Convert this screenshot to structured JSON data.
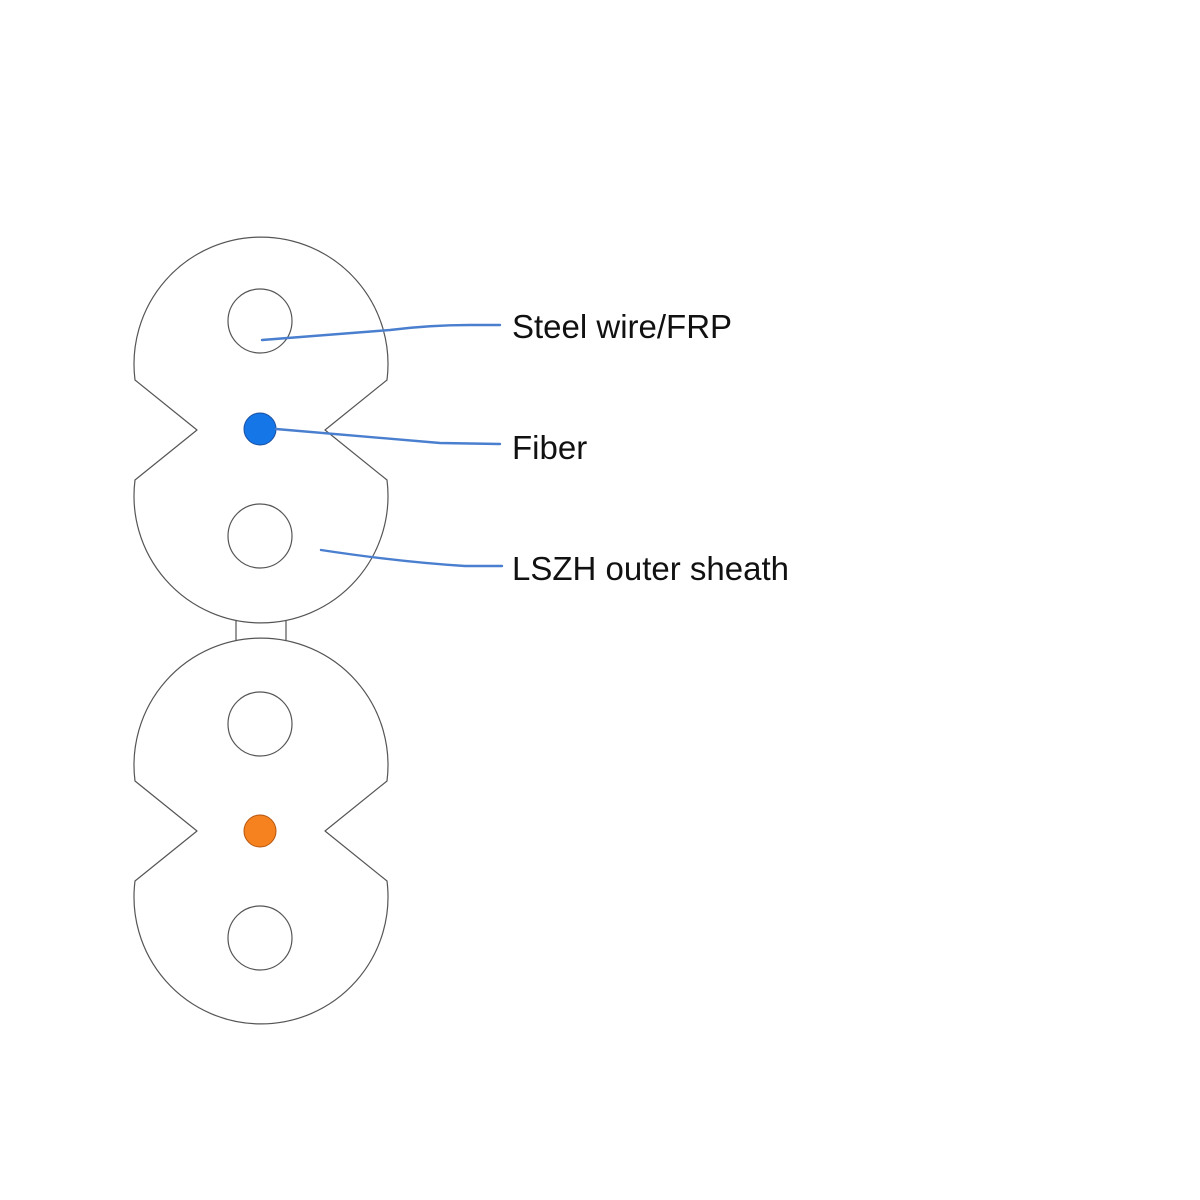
{
  "labels": {
    "steel_wire": "Steel wire/FRP",
    "fiber": "Fiber",
    "outer_sheath": "LSZH outer sheath"
  },
  "colors": {
    "leader_line": "#4a7fcf",
    "fiber_blue": "#1576e8",
    "fiber_orange": "#f5821f",
    "outline": "#555555",
    "background": "#ffffff"
  },
  "components": {
    "top_cable_fiber_color": "blue",
    "bottom_cable_fiber_color": "orange"
  }
}
